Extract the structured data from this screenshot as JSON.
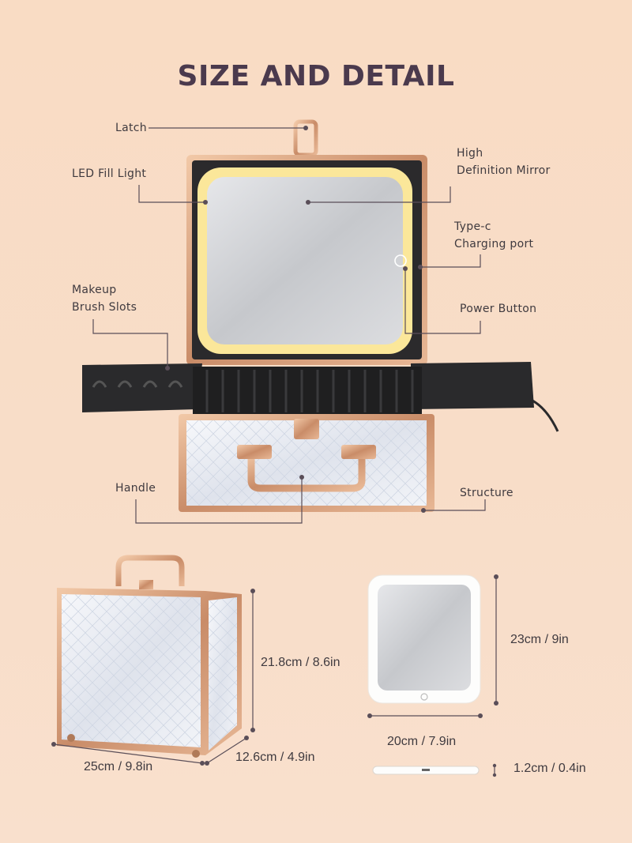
{
  "title": "SIZE AND DETAIL",
  "callouts": {
    "latch": "Latch",
    "led_fill_light": "LED Fill Light",
    "hd_mirror_line1": "High",
    "hd_mirror_line2": "Definition Mirror",
    "typec_line1": "Type-c",
    "typec_line2": "Charging port",
    "brush_line1": "Makeup",
    "brush_line2": "Brush Slots",
    "power_button": "Power Button",
    "handle": "Handle",
    "structure": "Structure"
  },
  "dimensions": {
    "case_height": "21.8cm / 8.6in",
    "case_width": "25cm / 9.8in",
    "case_depth": "12.6cm / 4.9in",
    "mirror_height": "23cm / 9in",
    "mirror_width": "20cm / 7.9in",
    "mirror_thickness": "1.2cm / 0.4in"
  },
  "colors": {
    "rose_gold": "#d9a27e",
    "led_glow": "#fce89a",
    "mirror_silver": "#cfd1d5",
    "case_white": "#eef0f5",
    "tray_black": "#2a2a2c"
  }
}
